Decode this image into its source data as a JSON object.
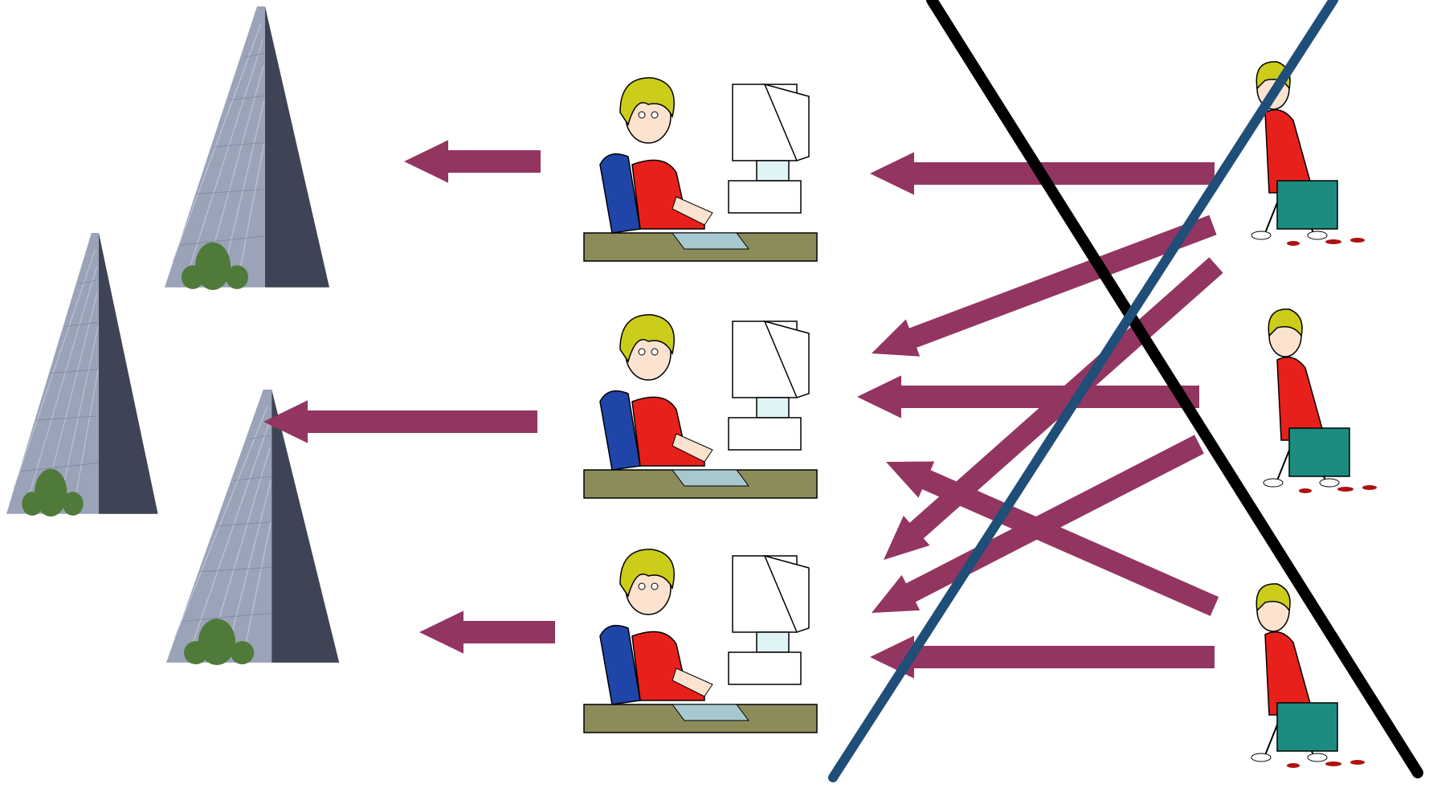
{
  "scene": {
    "background": "#ffffff",
    "colors": {
      "arrow": "#933561",
      "cross_black": "#000000",
      "cross_blue": "#1f4e79",
      "building_glass": "#9aa3b8",
      "building_shadow": "#3e4455",
      "tree": "#4f7a3a",
      "desk": "#8c8c5a",
      "hair": "#cccc1a",
      "shirt": "#e8201b",
      "chair": "#1f45a8",
      "briefcase": "#1c8c80",
      "blood": "#b01010"
    },
    "buildings": [
      {
        "name": "office-building-top",
        "icon": "office-tower"
      },
      {
        "name": "office-building-left",
        "icon": "office-tower"
      },
      {
        "name": "office-building-bottom",
        "icon": "office-tower"
      }
    ],
    "workers": [
      {
        "name": "office-worker-top",
        "icon": "woman-at-computer"
      },
      {
        "name": "office-worker-middle",
        "icon": "woman-at-computer"
      },
      {
        "name": "office-worker-bottom",
        "icon": "woman-at-computer"
      }
    ],
    "walkers": [
      {
        "name": "walking-woman-top",
        "icon": "woman-with-briefcase"
      },
      {
        "name": "walking-woman-middle",
        "icon": "woman-with-briefcase"
      },
      {
        "name": "walking-woman-bottom",
        "icon": "woman-with-briefcase"
      }
    ],
    "cross_out": {
      "icon": "x-cross",
      "description_visible": false
    }
  }
}
